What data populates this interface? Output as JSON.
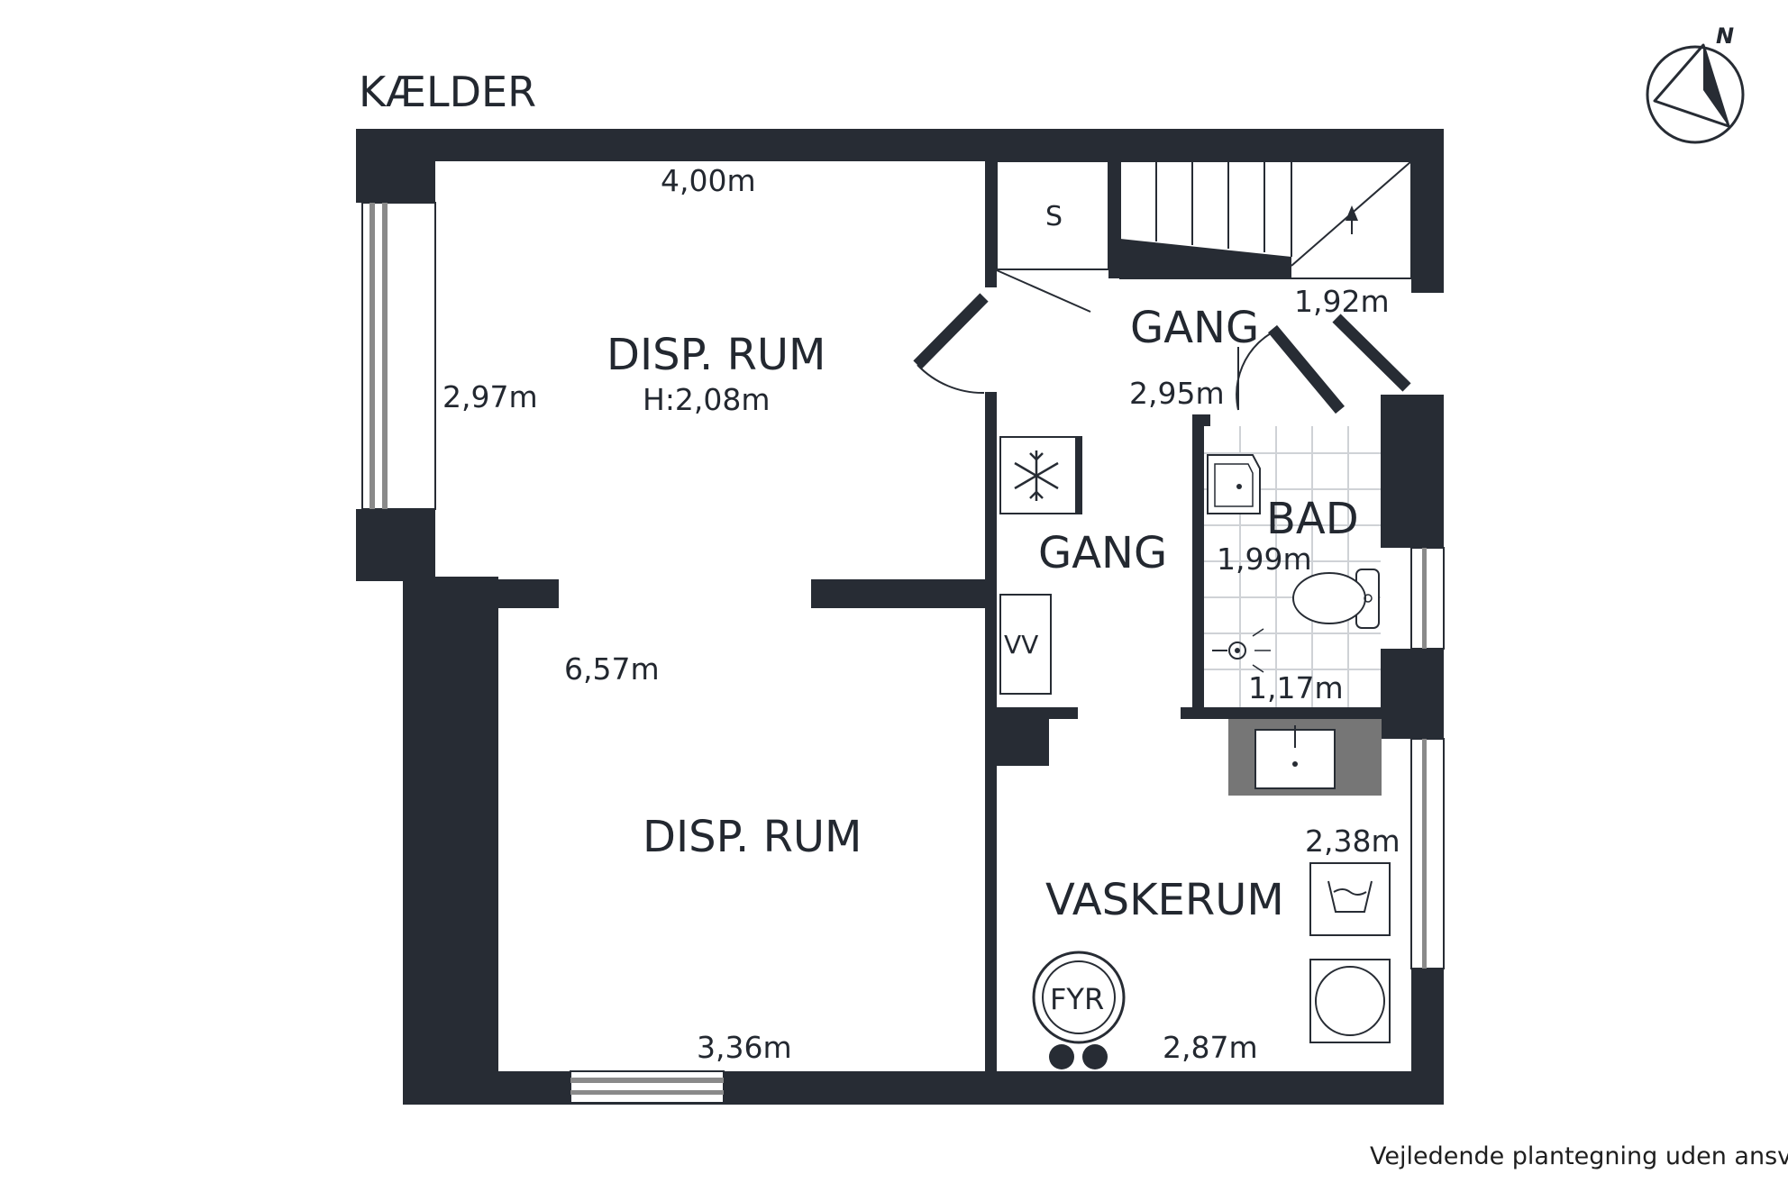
{
  "floor": {
    "title": "KÆLDER"
  },
  "compass": {
    "label": "N"
  },
  "rooms": {
    "disp_rum_upper": {
      "name": "DISP. RUM",
      "height": "H:2,08m"
    },
    "disp_rum_lower": {
      "name": "DISP. RUM"
    },
    "gang_upper": {
      "name": "GANG"
    },
    "gang_middle": {
      "name": "GANG"
    },
    "bad": {
      "name": "BAD"
    },
    "vaskerum": {
      "name": "VASKERUM"
    }
  },
  "dimensions": {
    "upper_room_width": "4,00m",
    "upper_room_depth": "2,97m",
    "total_depth": "6,57m",
    "lower_room_width": "3,36m",
    "stair_width": "1,92m",
    "gang_width": "2,95m",
    "bad_depth": "1,99m",
    "bad_width": "1,17m",
    "vaskerum_depth": "2,38m",
    "vaskerum_width": "2,87m"
  },
  "fixtures": {
    "storage": "S",
    "water_heater": "VV",
    "boiler": "FYR",
    "freezer_icon": "snowflake-icon",
    "washer_icon": "wash-basin-icon"
  },
  "footer": {
    "disclaimer": "Vejledende plantegning uden ansvar"
  },
  "colors": {
    "wall": "#272c34",
    "window": "#8a8a8a",
    "tile": "#cfd2d6"
  }
}
